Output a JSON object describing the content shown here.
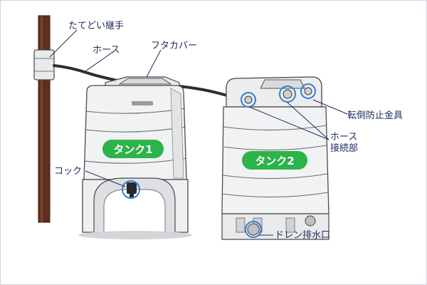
{
  "labels": {
    "downspout_joint": "たてどい継手",
    "hose": "ホース",
    "lid_cover": "フタカバー",
    "tip_prevention": "転倒防止金具",
    "hose_connection_1": "ホース",
    "hose_connection_2": "接続部",
    "cock": "コック",
    "drain": "ドレン排水口"
  },
  "tanks": {
    "tank1": "タンク1",
    "tank2": "タンク2"
  },
  "colors": {
    "badge_green": "#2cb34a",
    "label_navy": "#1f2b5c",
    "highlight_blue": "#2f7fd0",
    "pipe_brown": "#5e2f1d",
    "tank_fill": "#f1f2f3",
    "tank_stroke": "#4a4a4a"
  }
}
